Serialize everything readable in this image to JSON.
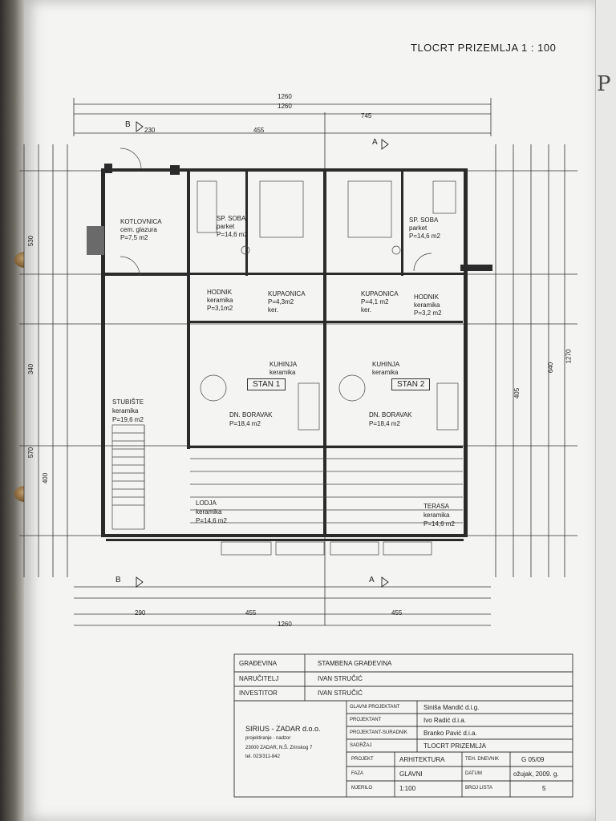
{
  "sheet_title": "TLOCRT PRIZEMLJA  1 : 100",
  "pencil_mark": "P",
  "dimensions": {
    "top1": "1260",
    "top2": "1260",
    "left_total": "1270",
    "bottom_total": "1260",
    "a1": "455",
    "a2": "745",
    "b_left": "230",
    "d290": "290",
    "d455": "455",
    "d455b": "455",
    "left_530": "530",
    "left_340": "340",
    "left_570": "570",
    "left_400": "400",
    "right_640": "640",
    "right_405": "405"
  },
  "rooms": [
    {
      "key": "kotlovnica",
      "lines": [
        "KOTLOVNICA",
        "cem. glazura",
        "P=7,5  m2"
      ]
    },
    {
      "key": "sp_soba_1",
      "lines": [
        "SP. SOBA",
        "parket",
        "P=14,6  m2"
      ]
    },
    {
      "key": "sp_soba_2",
      "lines": [
        "SP. SOBA",
        "parket",
        "P=14,6  m2"
      ]
    },
    {
      "key": "hodnik_1",
      "lines": [
        "HODNIK",
        "keramika",
        "P=3,1m2"
      ]
    },
    {
      "key": "hodnik_2",
      "lines": [
        "HODNIK",
        "keramika",
        "P=3,2  m2"
      ]
    },
    {
      "key": "kupaonica_1",
      "lines": [
        "KUPAONICA",
        "P=4,3m2",
        "ker."
      ]
    },
    {
      "key": "kupaonica_2",
      "lines": [
        "KUPAONICA",
        "P=4,1 m2",
        "ker."
      ]
    },
    {
      "key": "kuhinja_1",
      "lines": [
        "KUHINJA",
        "keramika"
      ]
    },
    {
      "key": "kuhinja_2",
      "lines": [
        "KUHINJA",
        "keramika"
      ]
    },
    {
      "key": "stubiste",
      "lines": [
        "STUBIŠTE",
        "keramika",
        "P=19,6  m2"
      ]
    },
    {
      "key": "boravak_1",
      "lines": [
        "DN. BORAVAK",
        "P=18,4  m2"
      ]
    },
    {
      "key": "boravak_2",
      "lines": [
        "DN. BORAVAK",
        "P=18,4  m2"
      ]
    },
    {
      "key": "lodja",
      "lines": [
        "LODJA",
        "keramika",
        "P=14,6  m2"
      ]
    },
    {
      "key": "terasa",
      "lines": [
        "TERASA",
        "keramika",
        "P=14,6  m2"
      ]
    }
  ],
  "stan_labels": [
    "STAN 1",
    "STAN 2"
  ],
  "section_marks": {
    "b_top": "B",
    "b_bottom": "B",
    "a_top": "A",
    "a_bottom": "A"
  },
  "title_block": {
    "gradevina_label": "GRAĐEVINA",
    "gradevina_value": "STAMBENA GRAĐEVINA",
    "narucitelj_label": "NARUČITELJ",
    "narucitelj_value": "IVAN STRUČIĆ",
    "investitor_label": "INVESTITOR",
    "investitor_value": "IVAN STRUČIĆ",
    "company_name": "SIRIUS - ZADAR d.o.o.",
    "company_line1": "projektiranje - nadzor",
    "company_line2": "23000 ZADAR, N.Š. Zrinskog 7",
    "company_line3": "tel. 023/311-842",
    "glavni_label": "GLAVNI PROJEKTANT",
    "glavni_value": "Siniša Mandić d.i.g.",
    "projektant_label": "PROJEKTANT",
    "projektant_value": "Ivo Radić d.i.a.",
    "suradnik_label": "PROJEKTANT-SURADNIK",
    "suradnik_value": "Branko Pavić d.i.a.",
    "sadrzaj_label": "SADRŽAJ",
    "sadrzaj_value": "TLOCRT PRIZEMLJA",
    "projekt_label": "PROJEKT",
    "projekt_value": "ARHITEKTURA",
    "teh_label": "TEH. DNEVNIK",
    "teh_value": "G 05/09",
    "faza_label": "FAZA",
    "faza_value": "GLAVNI",
    "datum_label": "DATUM",
    "datum_value": "ožujak, 2009. g.",
    "mjerilo_label": "MJERILO",
    "mjerilo_value": "1:100",
    "broj_label": "BROJ LISTA",
    "broj_value": "5"
  }
}
